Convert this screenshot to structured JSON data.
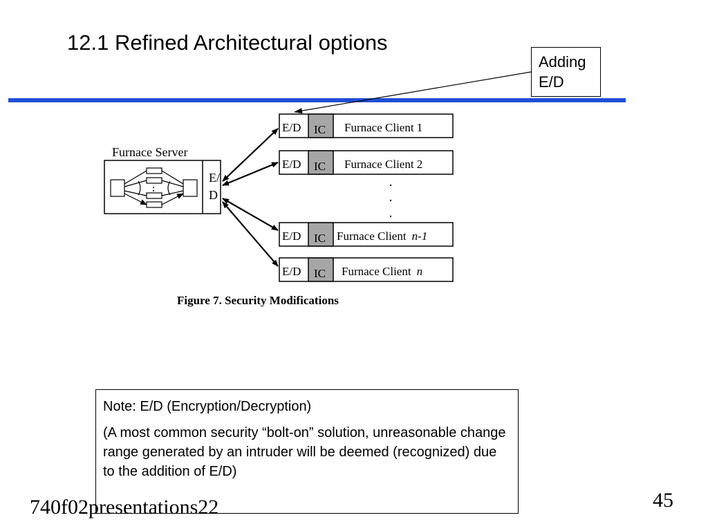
{
  "slide": {
    "title": "12.1 Refined Architectural options",
    "rule_color": "#1f4fd8",
    "footer_left": "740f02presentations22",
    "page_number": "45"
  },
  "callout": {
    "line1": "Adding",
    "line2": "E/D"
  },
  "figure": {
    "server_label": "Furnace Server",
    "server_ed_line1": "E/",
    "server_ed_line2": "D",
    "clients": [
      {
        "ed": "E/D",
        "ic": "IC",
        "name": "Furnace Client 1"
      },
      {
        "ed": "E/D",
        "ic": "IC",
        "name": "Furnace Client 2"
      },
      {
        "ed": "E/D",
        "ic": "IC",
        "name": "Furnace Client",
        "suffix": "n-1"
      },
      {
        "ed": "E/D",
        "ic": "IC",
        "name": "Furnace Client",
        "suffix": "n"
      }
    ],
    "caption": "Figure 7.  Security Modifications",
    "ic_color": "#a6a6a6"
  },
  "note": {
    "line1": "Note: E/D (Encryption/Decryption)",
    "line2": "(A most common security “bolt-on” solution, unreasonable change range generated by an intruder will be deemed (recognized) due to the addition of E/D)"
  }
}
